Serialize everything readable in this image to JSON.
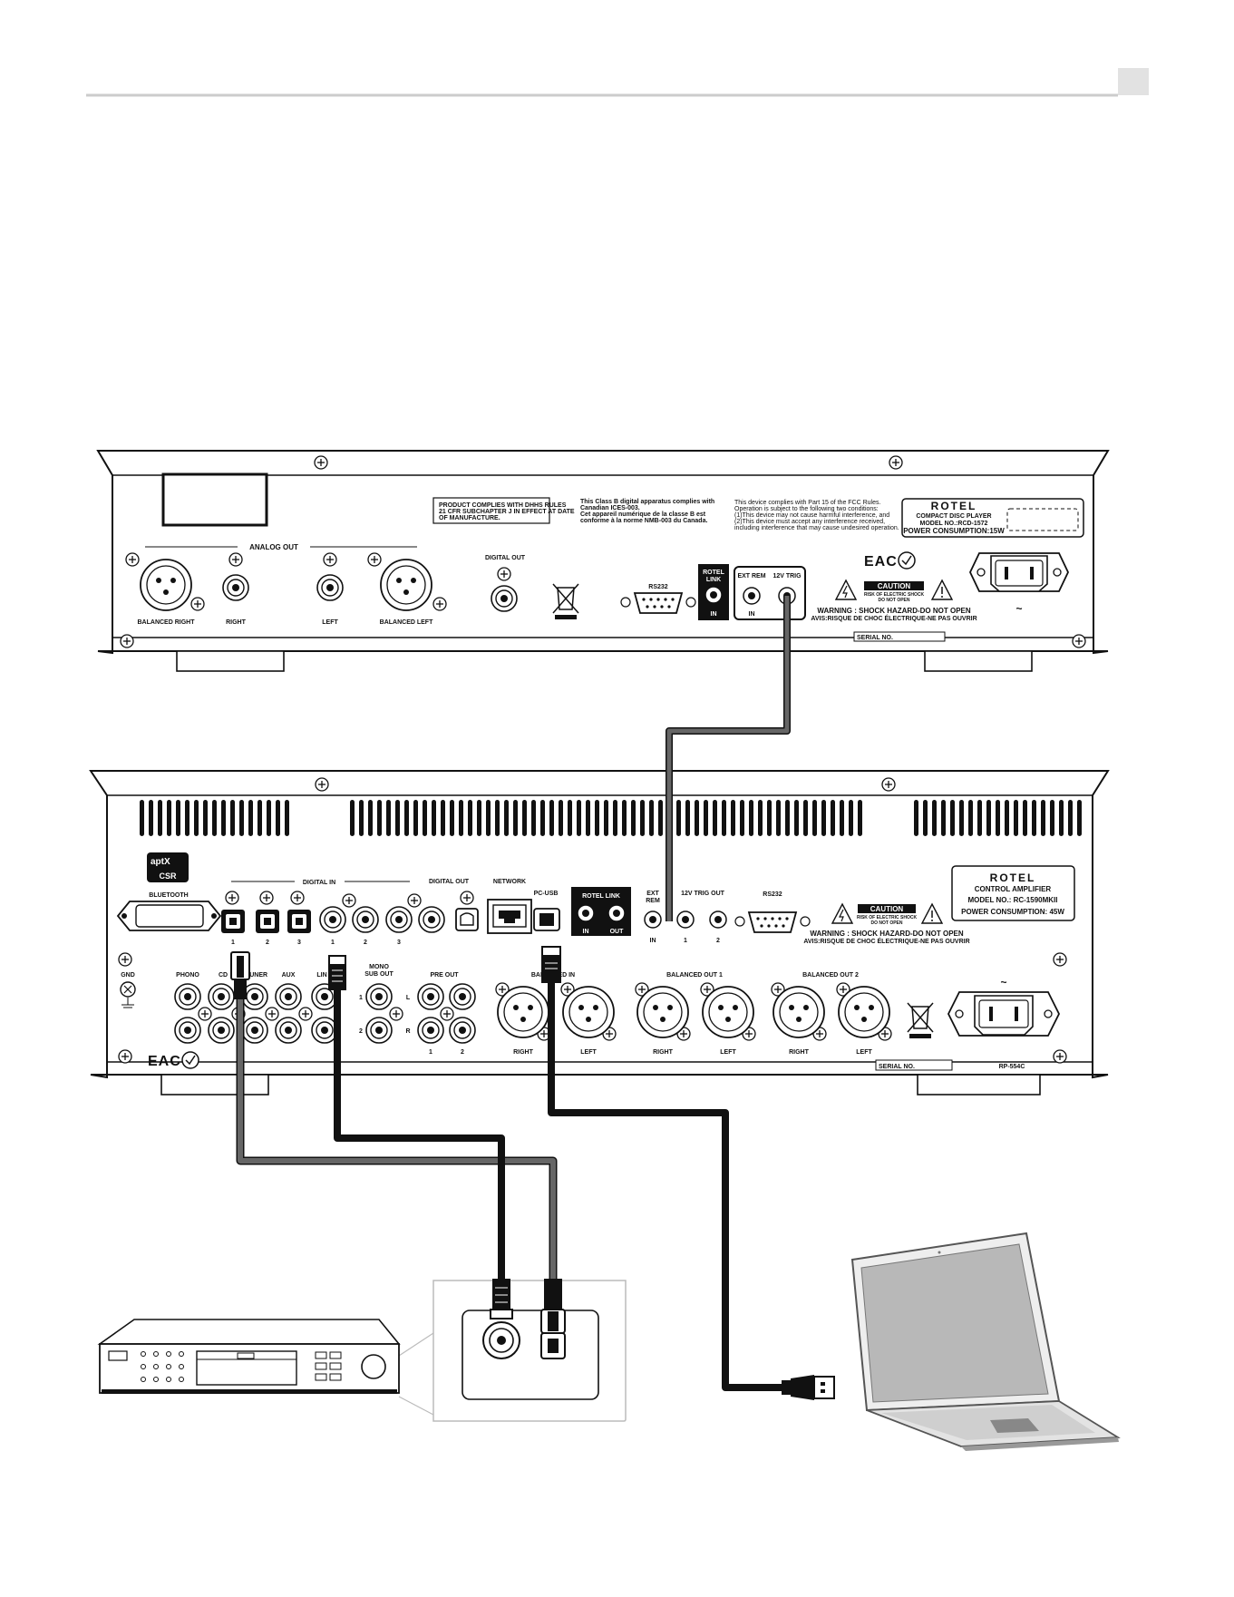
{
  "header": {
    "rule_color": "#cccccc",
    "tab_color": "#e2e2e2"
  },
  "cd_player": {
    "analog_out": "ANALOG OUT",
    "balanced_right": "BALANCED RIGHT",
    "right": "RIGHT",
    "left": "LEFT",
    "balanced_left": "BALANCED LEFT",
    "digital_out": "DIGITAL OUT",
    "dhhs_notice": [
      "PRODUCT COMPLIES WITH DHHS RULES",
      "21 CFR SUBCHAPTER J IN EFFECT AT DATE",
      "OF MANUFACTURE."
    ],
    "canada_notice": [
      "This Class B digital apparatus complies with",
      "Canadian ICES-003.",
      "Cet appareil numérique de la classe B est",
      "conforme à la norme NMB-003 du Canada."
    ],
    "fcc_notice": [
      "This device complies with Part 15 of the FCC Rules.",
      "Operation is subject to the following two conditions:",
      "(1)This device may not cause harmful interference, and",
      "(2)This device must accept any interference received,",
      "including interference that may cause undesired operation."
    ],
    "rs232": "RS232",
    "rotel_link": [
      "ROTEL",
      "LINK"
    ],
    "rotel_link_in": "IN",
    "ext_rem": "EXT REM",
    "trig_12v": "12V TRIG",
    "ext_rem_in": "IN",
    "trig_in": "IN",
    "brand": "ROTEL",
    "product": "COMPACT DISC PLAYER",
    "model": "MODEL NO.:RCD-1572",
    "power": "POWER CONSUMPTION:15W",
    "eac": "EAC",
    "caution": "CAUTION",
    "caution_sub": [
      "RISK OF ELECTRIC SHOCK",
      "DO NOT OPEN"
    ],
    "warning": "WARNING : SHOCK HAZARD-DO NOT OPEN",
    "avis": "AVIS:RISQUE DE CHOC ÉLECTRIQUE-NE PAS OUVRIR",
    "serial": "SERIAL NO.",
    "ac": "~"
  },
  "amplifier": {
    "aptx": "aptX",
    "csr": "CSR",
    "bluetooth": "BLUETOOTH",
    "digital_in": "DIGITAL IN",
    "opt_nums": [
      "1",
      "2",
      "3"
    ],
    "coax_nums": [
      "1",
      "2",
      "3"
    ],
    "digital_out": "DIGITAL OUT",
    "network": "NETWORK",
    "pc_usb": "PC-USB",
    "rotel_link": "ROTEL  LINK",
    "link_in": "IN",
    "link_out": "OUT",
    "ext_rem": [
      "EXT",
      "REM"
    ],
    "ext_rem_in": "IN",
    "trig_out": "12V TRIG OUT",
    "trig_nums": [
      "1",
      "2"
    ],
    "rs232": "RS232",
    "brand": "ROTEL",
    "product": "CONTROL AMPLIFIER",
    "model": "MODEL NO.: RC-1590MKII",
    "power": "POWER CONSUMPTION:  45W",
    "caution": "CAUTION",
    "caution_sub": [
      "RISK OF ELECTRIC SHOCK",
      "DO NOT OPEN"
    ],
    "warning": "WARNING : SHOCK HAZARD-DO NOT OPEN",
    "avis": "AVIS:RISQUE DE CHOC ÉLECTRIQUE-NE PAS OUVRIR",
    "gnd": "GND",
    "phono": "PHONO",
    "cd": "CD",
    "tuner": "TUNER",
    "aux": "AUX",
    "line_in": "LIN",
    "mono_sub_out": [
      "MONO",
      "SUB OUT"
    ],
    "sub_nums": [
      "1",
      "2"
    ],
    "pre_out": "PRE OUT",
    "pre_l": "L",
    "pre_r": "R",
    "pre_nums": [
      "1",
      "2"
    ],
    "balanced_in": "BALANCED IN",
    "balanced_out_1": "BALANCED OUT 1",
    "balanced_out_2": "BALANCED OUT 2",
    "right": "RIGHT",
    "left": "LEFT",
    "eac": "EAC",
    "serial": "SERIAL NO.",
    "rp_code": "RP-554C",
    "ac": "~"
  },
  "cables": {
    "dark_color": "#111111",
    "grey_color": "#666666"
  }
}
